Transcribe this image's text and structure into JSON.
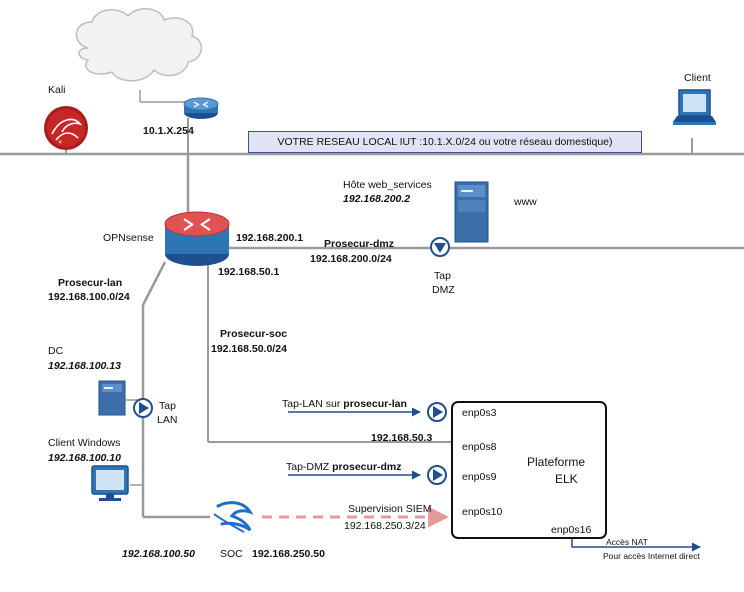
{
  "colors": {
    "line": "#9a9a9a",
    "siem_dash": "#e39a9a",
    "tap_blue": "#1f4f8f",
    "router_blue": "#2e75b6",
    "router_red": "#e05353",
    "server_blue": "#3c6fa9",
    "banner_fill": "#dfe3f3",
    "banner_border": "#3b4f9a"
  },
  "icons": {
    "internet": "cloud-icon",
    "gateway": "router-icon",
    "firewall": "firewall-router-icon",
    "attacker": "kali-logo-icon",
    "client": "laptop-icon",
    "servers": "server-icon",
    "client_windows": "monitor-icon",
    "soc": "soc-logo-icon",
    "taps": "tap-icon"
  },
  "top": {
    "kali_label": "Kali",
    "gateway_ip": "10.1.X.254",
    "client_label": "Client",
    "banner": "VOTRE RESEAU LOCAL IUT :10.1.X.0/24 ou votre réseau domestique)"
  },
  "firewall": {
    "name": "OPNsense",
    "ip_dmz": "192.168.200.1",
    "ip_soc": "192.168.50.1"
  },
  "dmz": {
    "host_label": "Hôte web_services",
    "host_ip": "192.168.200.2",
    "service": "www",
    "net_name": "Prosecur-dmz",
    "net_addr": "192.168.200.0/24",
    "tap_line1": "Tap",
    "tap_line2": "DMZ"
  },
  "lan": {
    "net_name": "Prosecur-lan",
    "net_addr": "192.168.100.0/24",
    "dc_label": "DC",
    "dc_ip": "192.168.100.13",
    "tap_line1": "Tap",
    "tap_line2": "LAN",
    "client_label": "Client Windows",
    "client_ip": "192.168.100.10",
    "soc_ip_lan": "192.168.100.50"
  },
  "soc": {
    "net_name": "Prosecur-soc",
    "net_addr": "192.168.50.0/24",
    "label": "SOC",
    "ip": "192.168.250.50",
    "elk_ip": "192.168.50.3"
  },
  "links": {
    "tap_lan_prefix": "Tap-LAN sur ",
    "tap_lan_net": "prosecur-lan",
    "tap_dmz_prefix": "Tap-DMZ ",
    "tap_dmz_net": "prosecur-dmz",
    "siem_label": "Supervision SIEM",
    "siem_ip": "192.168.250.3/24"
  },
  "elk": {
    "title_line1": "Plateforme",
    "title_line2": "ELK",
    "interfaces": [
      "enp0s3",
      "enp0s8",
      "enp0s9",
      "enp0s10",
      "enp0s16"
    ],
    "nat_label": "Accès NAT",
    "nat_sub": "Pour accès Internet direct"
  }
}
